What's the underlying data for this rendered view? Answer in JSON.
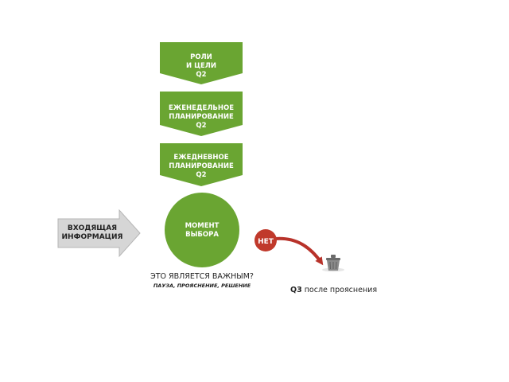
{
  "colors": {
    "green": "#6aa532",
    "green_dark": "#5a9428",
    "gray_arrow": "#cfcfcf",
    "red_badge": "#c0392b",
    "red_arrow": "#b8322a",
    "text_dark": "#222222"
  },
  "steps": [
    {
      "lines": [
        "РОЛИ",
        "И ЦЕЛИ",
        "Q2"
      ]
    },
    {
      "lines": [
        "ЕЖЕНЕДЕЛЬНОЕ",
        "ПЛАНИРОВАНИЕ",
        "Q2"
      ]
    },
    {
      "lines": [
        "ЕЖЕДНЕВНОЕ",
        "ПЛАНИРОВАНИЕ",
        "Q2"
      ]
    }
  ],
  "input_arrow": {
    "lines": [
      "ВХОДЯЩАЯ",
      "ИНФОРМАЦИЯ"
    ]
  },
  "choice_circle": {
    "lines": [
      "МОМЕНТ",
      "ВЫБОРА"
    ]
  },
  "question": {
    "title": "ЭТО ЯВЛЯЕТСЯ ВАЖНЫМ?",
    "subtitle": "ПАУЗА, ПРОЯСНЕНИЕ, РЕШЕНИЕ"
  },
  "no_badge": {
    "label": "НЕТ"
  },
  "trash_icon": "trash-can-icon",
  "result": {
    "q": "Q3",
    "text": " после прояснения"
  }
}
